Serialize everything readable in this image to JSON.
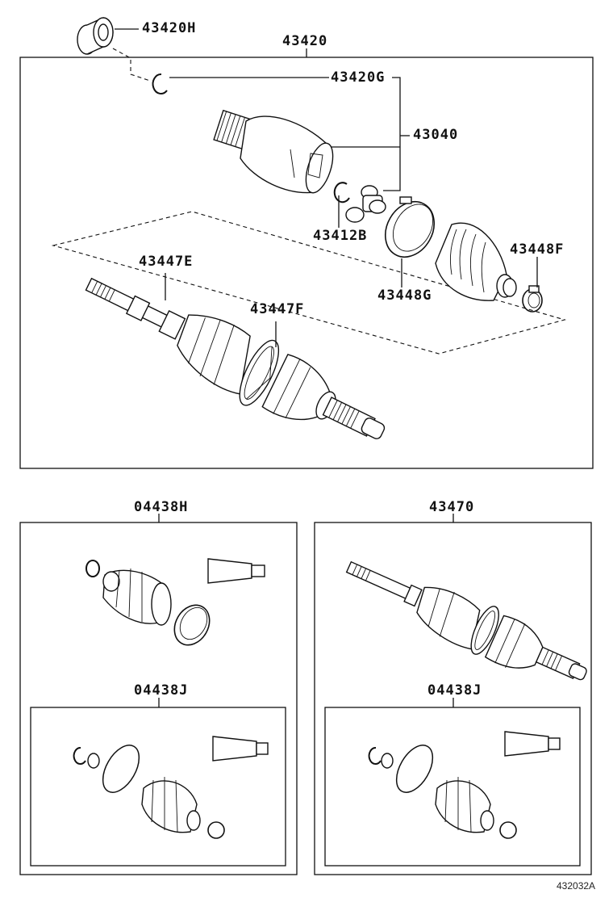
{
  "diagram": {
    "labels": {
      "p43420H": "43420H",
      "p43420": "43420",
      "p43420G": "43420G",
      "p43040": "43040",
      "p43412B": "43412B",
      "p43448F": "43448F",
      "p43447E": "43447E",
      "p43448G": "43448G",
      "p43447F": "43447F",
      "p04438H": "04438H",
      "p43470": "43470",
      "p04438J_left": "04438J",
      "p04438J_right": "04438J"
    },
    "figure_id": "432032A"
  }
}
